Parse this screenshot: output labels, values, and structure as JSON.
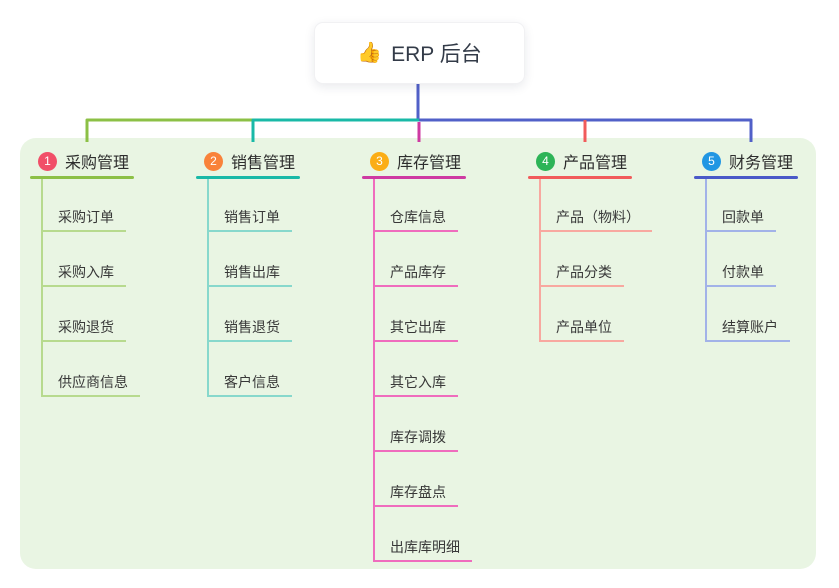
{
  "root": {
    "emoji": "👍",
    "icon": "thumbs-up-icon",
    "label": "ERP 后台"
  },
  "colors": {
    "canvas_bg": "#ffffff",
    "panel_bg": "#e9f5e3",
    "root_line": "#5160c8",
    "root_text": "#333b48",
    "title_text": "#2d2d2d",
    "subitem_text": "#383838"
  },
  "branches": [
    {
      "number": "1",
      "title": "采购管理",
      "badge_color": "#f14f68",
      "line_color": "#8cc046",
      "light_color": "#b7da8e",
      "children": [
        "采购订单",
        "采购入库",
        "采购退货",
        "供应商信息"
      ]
    },
    {
      "number": "2",
      "title": "销售管理",
      "badge_color": "#f9823a",
      "line_color": "#19b9a7",
      "light_color": "#87d8cc",
      "children": [
        "销售订单",
        "销售出库",
        "销售退货",
        "客户信息"
      ]
    },
    {
      "number": "3",
      "title": "库存管理",
      "badge_color": "#fbad15",
      "line_color": "#ce3aa2",
      "light_color": "#ef6cbd",
      "children": [
        "仓库信息",
        "产品库存",
        "其它出库",
        "其它入库",
        "库存调拨",
        "库存盘点",
        "出库库明细"
      ]
    },
    {
      "number": "4",
      "title": "产品管理",
      "badge_color": "#2db457",
      "line_color": "#f15b5b",
      "light_color": "#f8a8a0",
      "children": [
        "产品（物料）",
        "产品分类",
        "产品单位"
      ]
    },
    {
      "number": "5",
      "title": "财务管理",
      "badge_color": "#2196e3",
      "line_color": "#4a59c8",
      "light_color": "#a2b2e8",
      "children": [
        "回款单",
        "付款单",
        "结算账户"
      ]
    }
  ]
}
